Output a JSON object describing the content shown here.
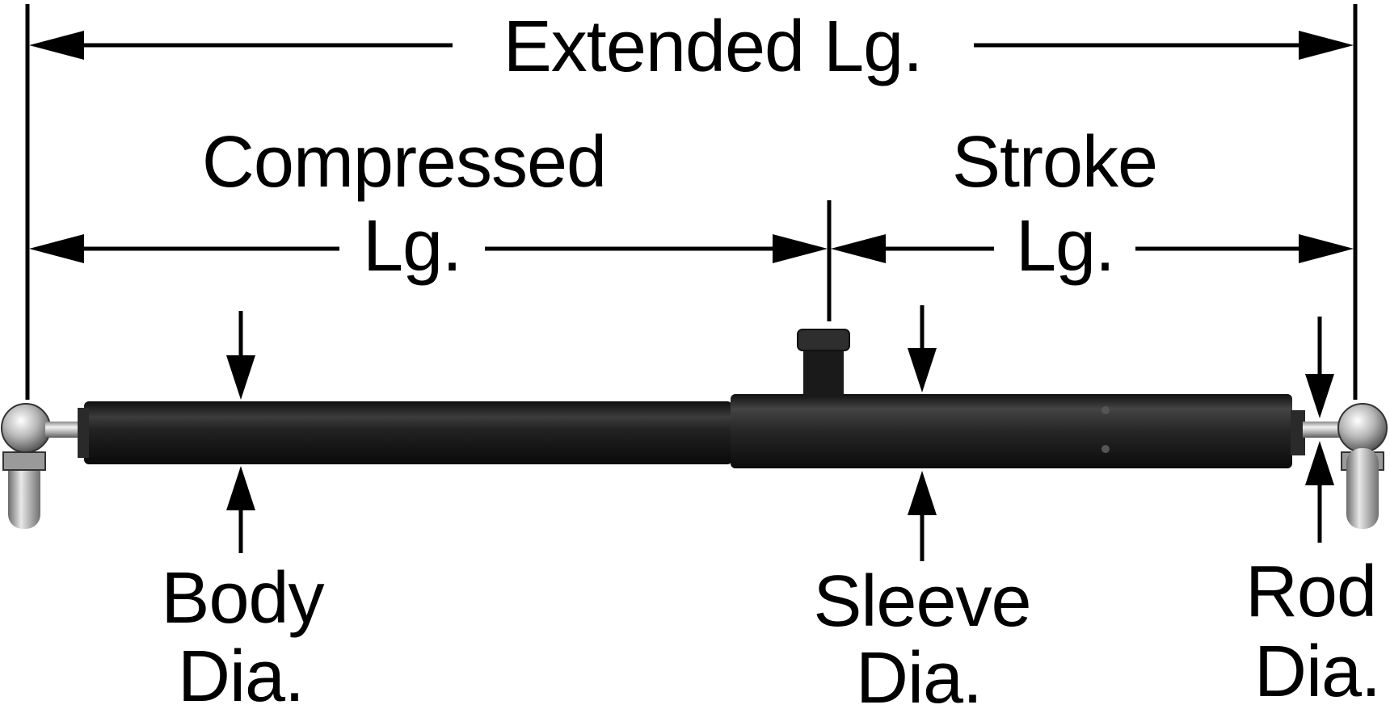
{
  "labels": {
    "extended_length": "Extended Lg.",
    "compressed_length_line1": "Compressed",
    "compressed_length_line2": "Lg.",
    "stroke_length_line1": "Stroke",
    "stroke_length_line2": "Lg.",
    "body_diameter_line1": "Body",
    "body_diameter_line2": "Dia.",
    "sleeve_diameter_line1": "Sleeve",
    "sleeve_diameter_line2": "Dia.",
    "rod_diameter_line1": "Rod",
    "rod_diameter_line2": "Dia."
  },
  "colors": {
    "ink": "#000000",
    "body_metal": "#1c1c1c",
    "body_highlight": "#4a4a4a",
    "chrome_rod": "#cfcfcf",
    "background": "#ffffff"
  }
}
